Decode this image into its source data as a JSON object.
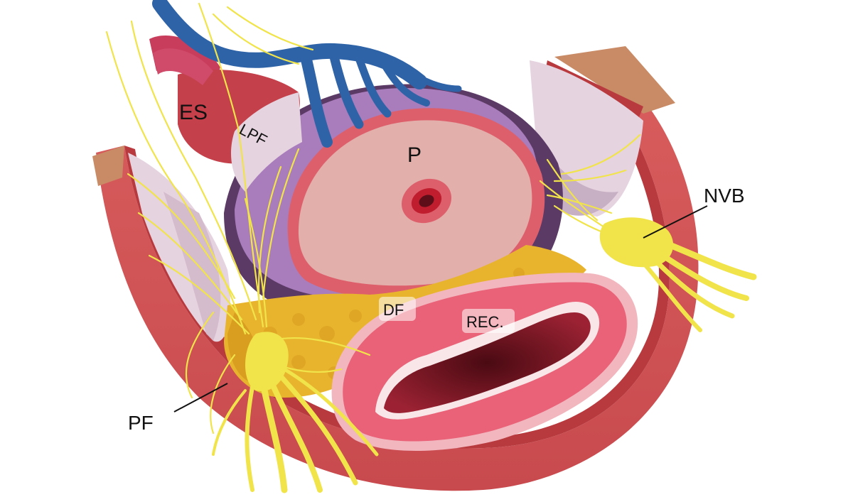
{
  "labels": {
    "es": "ES",
    "lpf": "LPF",
    "p": "P",
    "df": "DF",
    "rec": "REC.",
    "nvb": "NVB",
    "pf": "PF"
  },
  "colors": {
    "pelvic_wall": "#d85c5c",
    "pelvic_wall_dark": "#b83a3e",
    "pelvic_wall_cut": "#c98b66",
    "vein": "#2f63a8",
    "seminal": "#c83c5c",
    "fascia_light": "#e6d3e0",
    "prostate_outer": "#a97cbb",
    "prostate_dark": "#5b3a66",
    "prostate_rim": "#de5f6c",
    "prostate_cut": "#e2afaa",
    "urethra": "#c01e2e",
    "fat": "#e8b42e",
    "nerve": "#f0e44a",
    "rectum_outer": "#e96277",
    "rectum_wall": "#d64c64",
    "rectum_lumen": "#7a1522"
  }
}
